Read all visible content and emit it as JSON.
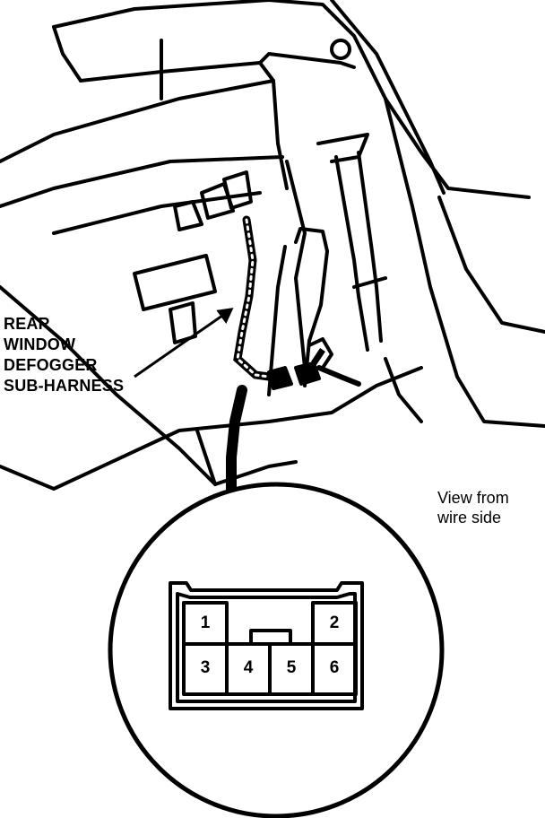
{
  "callout": {
    "line1": "REAR",
    "line2": "WINDOW",
    "line3": "DEFOGGER",
    "line4": "SUB-HARNESS"
  },
  "view_note": {
    "line1": "View from",
    "line2": "wire side"
  },
  "connector": {
    "pins": [
      "1",
      "2",
      "3",
      "4",
      "5",
      "6"
    ]
  }
}
